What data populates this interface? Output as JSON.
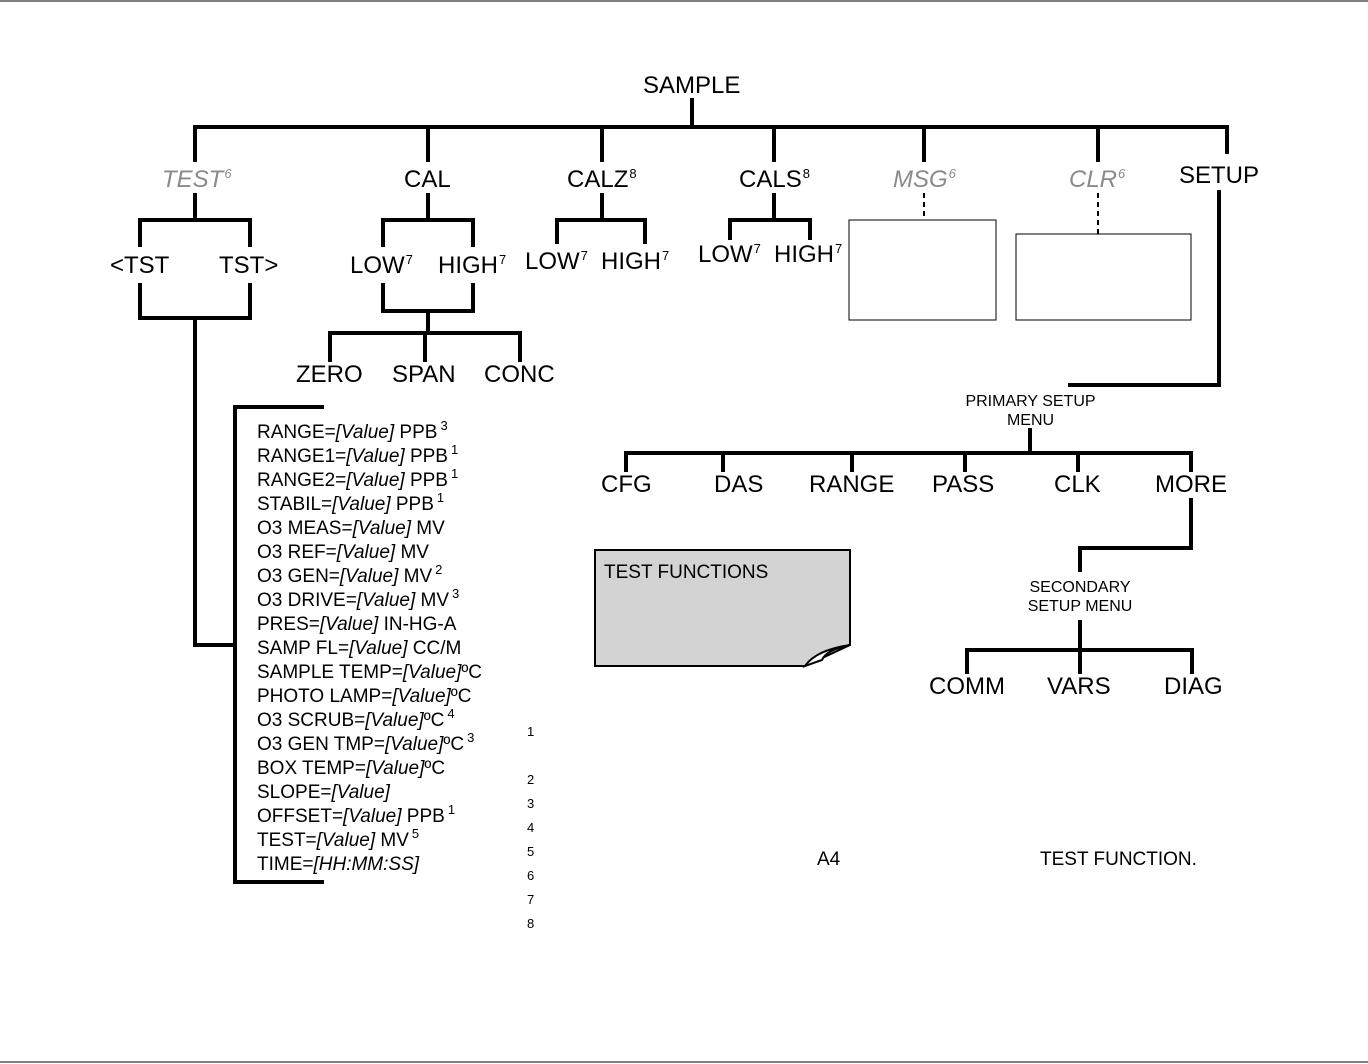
{
  "root": "SAMPLE",
  "top_menu": [
    {
      "label": "TEST",
      "sup": "6",
      "style": "grey"
    },
    {
      "label": "CAL",
      "sup": "",
      "style": "normal"
    },
    {
      "label": "CALZ",
      "sup": "8",
      "style": "normal"
    },
    {
      "label": "CALS",
      "sup": "8",
      "style": "normal"
    },
    {
      "label": "MSG",
      "sup": "6",
      "style": "grey"
    },
    {
      "label": "CLR",
      "sup": "6",
      "style": "grey"
    },
    {
      "label": "SETUP",
      "sup": "",
      "style": "normal"
    }
  ],
  "test_sub": {
    "prev": "<TST",
    "next": "TST>"
  },
  "cal_sub": {
    "low": "LOW",
    "low_sup": "7",
    "high": "HIGH",
    "high_sup": "7"
  },
  "calz_sub": {
    "low": "LOW",
    "low_sup": "7",
    "high": "HIGH",
    "high_sup": "7"
  },
  "cals_sub": {
    "low": "LOW",
    "low_sup": "7",
    "high": "HIGH",
    "high_sup": "7"
  },
  "cal_actions": [
    "ZERO",
    "SPAN",
    "CONC"
  ],
  "test_functions": [
    {
      "name": "RANGE=",
      "value": "[Value]",
      "unit": " PPB",
      "sup": "3"
    },
    {
      "name": "RANGE1=",
      "value": "[Value]",
      "unit": " PPB",
      "sup": "1"
    },
    {
      "name": "RANGE2=",
      "value": "[Value]",
      "unit": " PPB",
      "sup": "1"
    },
    {
      "name": "STABIL=",
      "value": "[Value]",
      "unit": " PPB",
      "sup": "1"
    },
    {
      "name": "O3 MEAS=",
      "value": "[Value]",
      "unit": " MV",
      "sup": ""
    },
    {
      "name": "O3 REF=",
      "value": "[Value]",
      "unit": " MV",
      "sup": ""
    },
    {
      "name": "O3 GEN=",
      "value": "[Value]",
      "unit": " MV",
      "sup": "2"
    },
    {
      "name": "O3 DRIVE=",
      "value": "[Value]",
      "unit": " MV",
      "sup": "3"
    },
    {
      "name": "PRES=",
      "value": "[Value]",
      "unit": " IN-HG-A",
      "sup": ""
    },
    {
      "name": "SAMP FL=",
      "value": "[Value]",
      "unit": " CC/M",
      "sup": ""
    },
    {
      "name": "SAMPLE TEMP=",
      "value": "[Value]",
      "unit": "ºC",
      "sup": ""
    },
    {
      "name": "PHOTO LAMP=",
      "value": "[Value]",
      "unit": "ºC",
      "sup": ""
    },
    {
      "name": "O3 SCRUB=",
      "value": "[Value]",
      "unit": "ºC",
      "sup": "4"
    },
    {
      "name": "O3 GEN TMP=",
      "value": "[Value]",
      "unit": "ºC",
      "sup": "3"
    },
    {
      "name": "BOX TEMP=",
      "value": "[Value]",
      "unit": "ºC",
      "sup": ""
    },
    {
      "name": "SLOPE=",
      "value": "[Value]",
      "unit": "",
      "sup": ""
    },
    {
      "name": "OFFSET=",
      "value": "[Value]",
      "unit": " PPB",
      "sup": "1"
    },
    {
      "name": "TEST=",
      "value": "[Value]",
      "unit": " MV",
      "sup": "5"
    },
    {
      "name": "TIME=",
      "value": "[HH:MM:SS]",
      "unit": "",
      "sup": ""
    }
  ],
  "footnote_numbers": [
    "1",
    "2",
    "3",
    "4",
    "5",
    "6",
    "7",
    "8"
  ],
  "primary_setup": {
    "title_line1": "PRIMARY SETUP",
    "title_line2": "MENU",
    "items": [
      "CFG",
      "DAS",
      "RANGE",
      "PASS",
      "CLK",
      "MORE"
    ]
  },
  "secondary_setup": {
    "title_line1": "SECONDARY",
    "title_line2": "SETUP MENU",
    "items": [
      "COMM",
      "VARS",
      "DIAG"
    ]
  },
  "note": {
    "label": "TEST FUNCTIONS"
  },
  "footer": {
    "left": "A4",
    "right": "TEST FUNCTION."
  }
}
